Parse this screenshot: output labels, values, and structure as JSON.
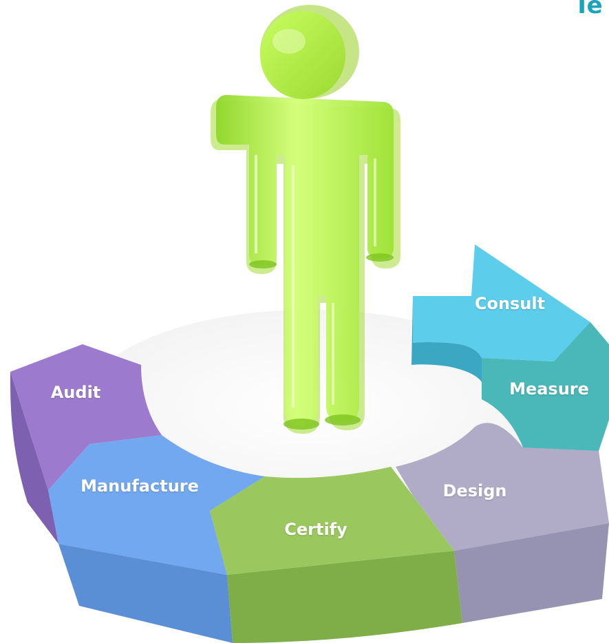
{
  "title": "Te",
  "segments": {
    "consult": "Consult",
    "measure": "Measure",
    "design": "Design",
    "certify": "Certify",
    "manufacture": "Manufacture",
    "audit": "Audit"
  },
  "colors": {
    "consult": "#56c8e6",
    "measure": "#47b5b6",
    "design": "#aeaac6",
    "certify": "#96c35a",
    "manufacture": "#6fa4ee",
    "audit": "#9a78cc",
    "figure": "#b6ec3a",
    "title": "#1ba3b8"
  }
}
